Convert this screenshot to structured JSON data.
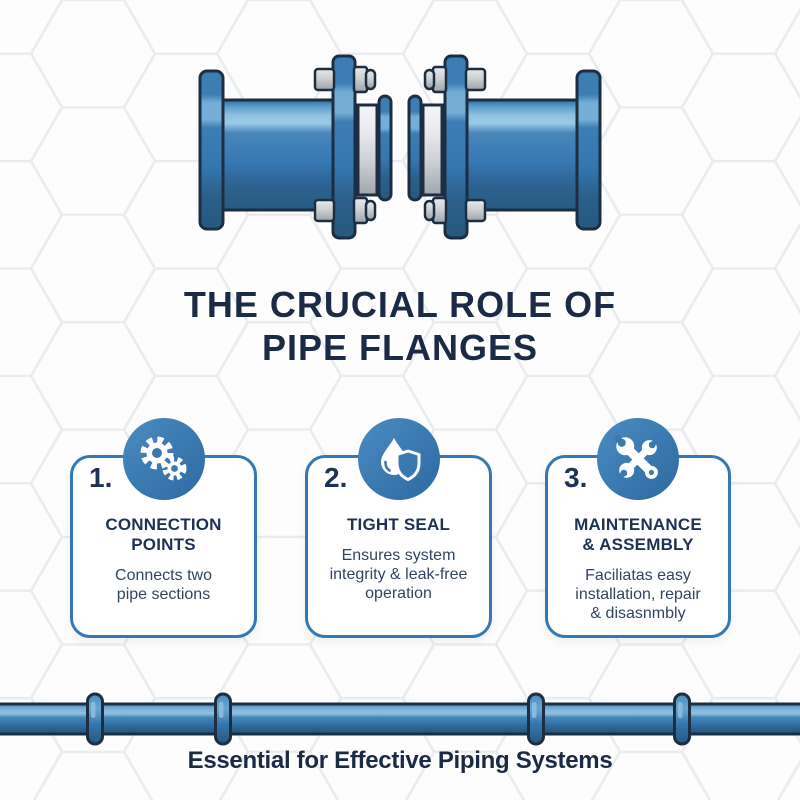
{
  "header": {
    "title_line1": "THE CRUCIAL ROLE OF",
    "title_line2": "PIPE FLANGES"
  },
  "hero": {
    "icon": "pipe-flange-joint-illustration"
  },
  "cards": [
    {
      "number": "1.",
      "icon": "gears-icon",
      "title_lines": [
        "CONNECTION",
        "POINTS"
      ],
      "body_lines": [
        "Connects two",
        "pipe sections"
      ]
    },
    {
      "number": "2.",
      "icon": "droplet-shield-icon",
      "title_lines": [
        "TIGHT SEAL"
      ],
      "body_lines": [
        "Ensures system",
        "integrity & leak-free",
        "operation"
      ]
    },
    {
      "number": "3.",
      "icon": "crossed-wrenches-icon",
      "title_lines": [
        "MAINTENANCE",
        "& ASSEMBLY"
      ],
      "body_lines": [
        "Faciliatas easy",
        "installation, repair",
        "& disasnmbly"
      ]
    }
  ],
  "bottom": {
    "icon": "pipeline-illustration",
    "footer_text": "Essential for Effective Piping Systems"
  },
  "colors": {
    "accent_blue": "#3579b4",
    "navy_text": "#1b2a45",
    "body_text": "#32455f",
    "pipe_light": "#8fc0e0",
    "pipe_mid": "#3779b3",
    "pipe_dark": "#27597f",
    "outline_navy": "#1c2f42",
    "bolt_gray": "#c6cacd",
    "gasket_gray": "#d9dcde",
    "hexagon_line": "#e9ecef",
    "card_bg": "#ffffff"
  }
}
